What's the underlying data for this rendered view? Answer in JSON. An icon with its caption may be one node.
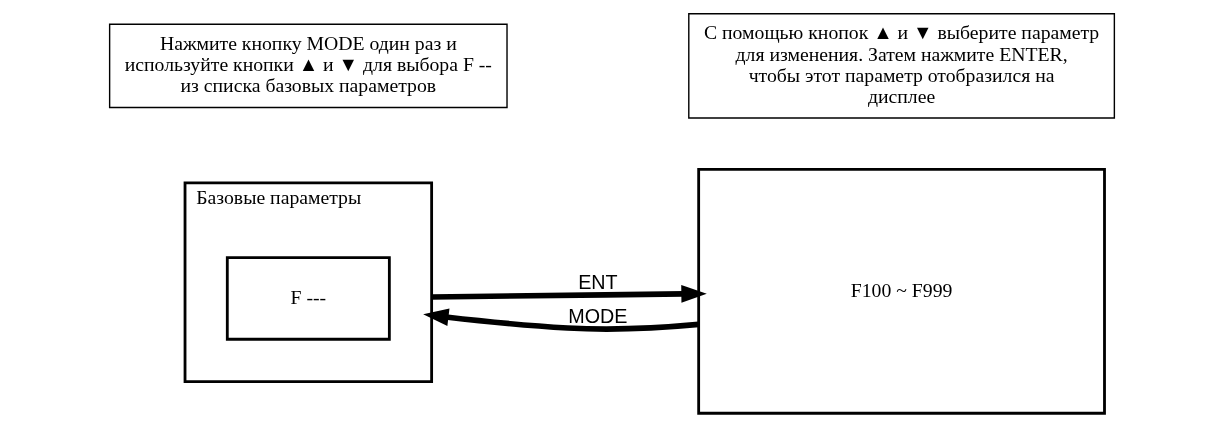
{
  "diagram": {
    "nodes": [
      {
        "text": [
          "Базовые параметры"
        ]
      },
      {
        "text": [
          "F ---"
        ],
        "in": 0
      },
      {
        "text": [
          "F100 ~ F999"
        ]
      },
      {
        "text": [
          "Нажмите кнопку MODE один раз и используйте кнопки ▲ и ▼ для выбора F -- из списка базовых параметров"
        ]
      },
      {
        "text": [
          "С помощью кнопок ▲ и ▼ выберите параметр для изменения. Затем нажмите ENTER, чтобы этот параметр отобразился на дисплее"
        ]
      }
    ],
    "edges": [
      {
        "from": 0,
        "to": 2,
        "arrow": "to",
        "label": "ENT"
      },
      {
        "from": 2,
        "to": 0,
        "arrow": "to",
        "label": "MODE"
      }
    ]
  }
}
